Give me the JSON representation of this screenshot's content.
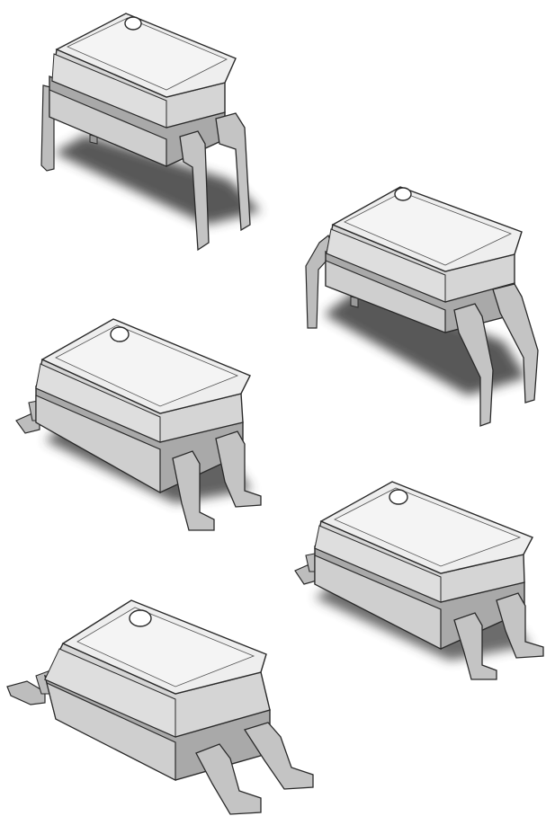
{
  "scene": {
    "subject": "optocoupler-4-pin-packages",
    "items": [
      {
        "name": "dip4-through-hole-front",
        "variant": "through-hole"
      },
      {
        "name": "dip4-through-hole-wide",
        "variant": "through-hole-wide"
      },
      {
        "name": "dip4-smd-gullwing",
        "variant": "surface-mount"
      },
      {
        "name": "dip4-smd-gullwing-right",
        "variant": "surface-mount"
      },
      {
        "name": "sop4-smd-low-profile",
        "variant": "surface-mount-low"
      }
    ]
  },
  "colors": {
    "background": "#ffffff",
    "body_top": "#e9e9e9",
    "body_front": "#cfcfcf",
    "body_side": "#a9a9a9",
    "lead": "#bdbdbd",
    "lead_dark": "#7f7f7f",
    "outline": "#2a2a2a",
    "shadow": "#3a3a3a"
  }
}
